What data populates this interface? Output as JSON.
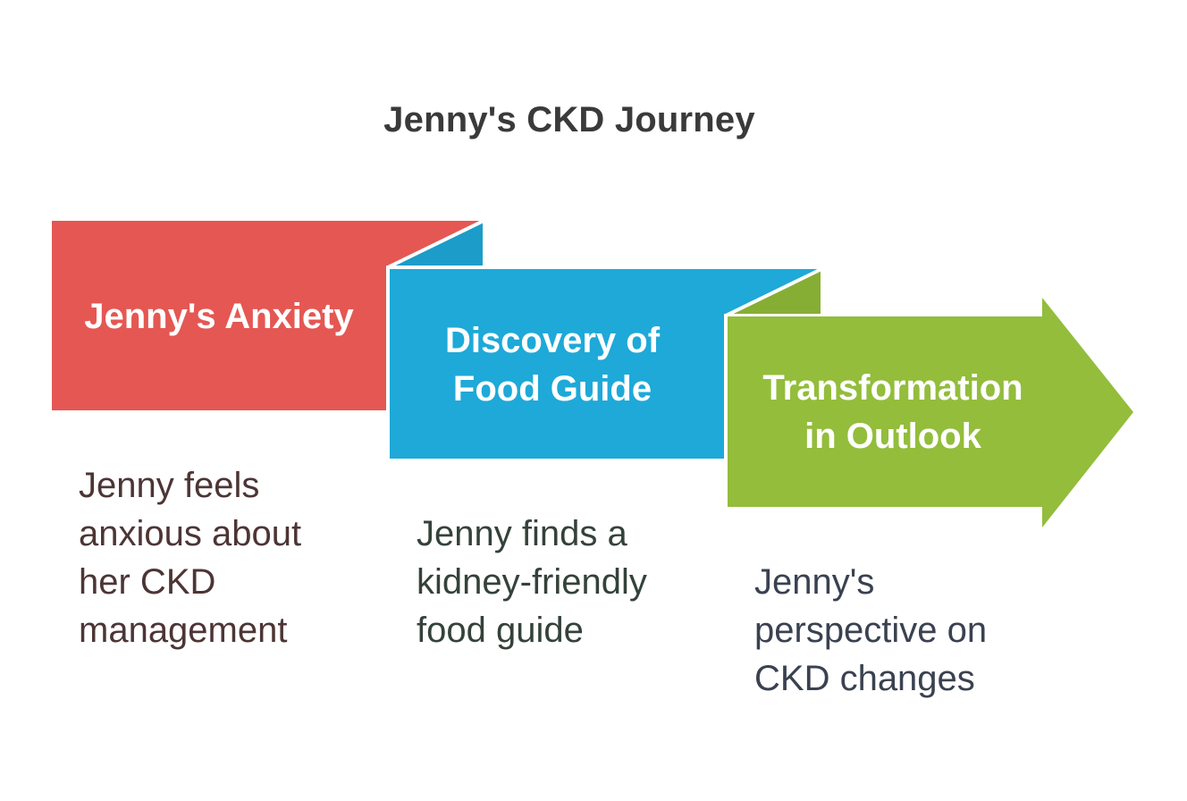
{
  "title": "Jenny's CKD Journey",
  "colors": {
    "title": "#3a3a3a",
    "stage1": "#e55753",
    "stage2": "#1ea9d8",
    "stage2_fold": "#1c9cc9",
    "stage3": "#93bd3b",
    "stage3_fold": "#87ae34",
    "desc1": "#4d3535",
    "desc2": "#34423a",
    "desc3": "#3a4150"
  },
  "stages": [
    {
      "label": "Jenny's Anxiety",
      "description": "Jenny feels\nanxious about\nher CKD\nmanagement"
    },
    {
      "label": "Discovery of\nFood Guide",
      "description": "Jenny finds a\nkidney-friendly\nfood guide"
    },
    {
      "label": "Transformation\nin Outlook",
      "description": "Jenny's\nperspective on\nCKD changes"
    }
  ]
}
